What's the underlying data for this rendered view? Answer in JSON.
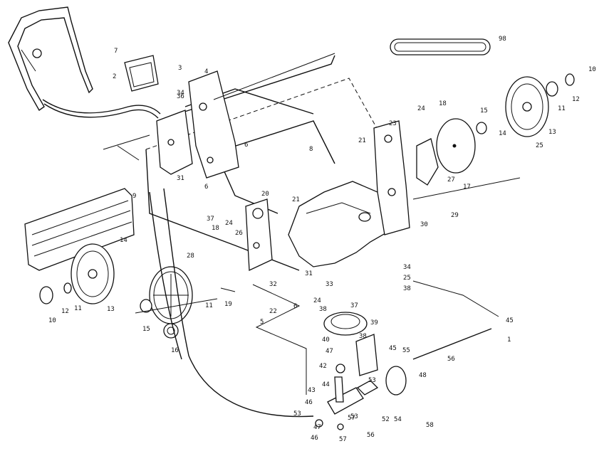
{
  "callouts": [
    {
      "id": "c-1a",
      "text": "1"
    },
    {
      "id": "c-2",
      "text": "2"
    },
    {
      "id": "c-3",
      "text": "3"
    },
    {
      "id": "c-4",
      "text": "4"
    },
    {
      "id": "c-5",
      "text": "5"
    },
    {
      "id": "c-6a",
      "text": "6"
    },
    {
      "id": "c-6b",
      "text": "6"
    },
    {
      "id": "c-6c",
      "text": "6"
    },
    {
      "id": "c-7",
      "text": "7"
    },
    {
      "id": "c-8",
      "text": "8"
    },
    {
      "id": "c-9",
      "text": "9"
    },
    {
      "id": "c-10a",
      "text": "10"
    },
    {
      "id": "c-10b",
      "text": "10"
    },
    {
      "id": "c-11a",
      "text": "11"
    },
    {
      "id": "c-11b",
      "text": "11"
    },
    {
      "id": "c-11c",
      "text": "11"
    },
    {
      "id": "c-12a",
      "text": "12"
    },
    {
      "id": "c-12b",
      "text": "12"
    },
    {
      "id": "c-13a",
      "text": "13"
    },
    {
      "id": "c-13b",
      "text": "13"
    },
    {
      "id": "c-14a",
      "text": "14"
    },
    {
      "id": "c-14b",
      "text": "14"
    },
    {
      "id": "c-15a",
      "text": "15"
    },
    {
      "id": "c-15b",
      "text": "15"
    },
    {
      "id": "c-16",
      "text": "16"
    },
    {
      "id": "c-17",
      "text": "17"
    },
    {
      "id": "c-18a",
      "text": "18"
    },
    {
      "id": "c-18b",
      "text": "18"
    },
    {
      "id": "c-19",
      "text": "19"
    },
    {
      "id": "c-20",
      "text": "20"
    },
    {
      "id": "c-21a",
      "text": "21"
    },
    {
      "id": "c-21b",
      "text": "21"
    },
    {
      "id": "c-22",
      "text": "22"
    },
    {
      "id": "c-23",
      "text": "23"
    },
    {
      "id": "c-24a",
      "text": "24"
    },
    {
      "id": "c-24b",
      "text": "24"
    },
    {
      "id": "c-24c",
      "text": "24"
    },
    {
      "id": "c-25a",
      "text": "25"
    },
    {
      "id": "c-25b",
      "text": "25"
    },
    {
      "id": "c-26",
      "text": "26"
    },
    {
      "id": "c-27",
      "text": "27"
    },
    {
      "id": "c-28",
      "text": "28"
    },
    {
      "id": "c-29",
      "text": "29"
    },
    {
      "id": "c-30",
      "text": "30"
    },
    {
      "id": "c-31a",
      "text": "31"
    },
    {
      "id": "c-31b",
      "text": "31"
    },
    {
      "id": "c-32",
      "text": "32"
    },
    {
      "id": "c-33",
      "text": "33"
    },
    {
      "id": "c-34a",
      "text": "34"
    },
    {
      "id": "c-34b",
      "text": "34"
    },
    {
      "id": "c-36",
      "text": "36"
    },
    {
      "id": "c-37a",
      "text": "37"
    },
    {
      "id": "c-37b",
      "text": "37"
    },
    {
      "id": "c-38a",
      "text": "38"
    },
    {
      "id": "c-38b",
      "text": "38"
    },
    {
      "id": "c-38c",
      "text": "38"
    },
    {
      "id": "c-39",
      "text": "39"
    },
    {
      "id": "c-40",
      "text": "40"
    },
    {
      "id": "c-42",
      "text": "42"
    },
    {
      "id": "c-43",
      "text": "43"
    },
    {
      "id": "c-44",
      "text": "44"
    },
    {
      "id": "c-45a",
      "text": "45"
    },
    {
      "id": "c-45b",
      "text": "45"
    },
    {
      "id": "c-46a",
      "text": "46"
    },
    {
      "id": "c-46b",
      "text": "46"
    },
    {
      "id": "c-47a",
      "text": "47"
    },
    {
      "id": "c-47b",
      "text": "47"
    },
    {
      "id": "c-48",
      "text": "48"
    },
    {
      "id": "c-52",
      "text": "52"
    },
    {
      "id": "c-53a",
      "text": "53"
    },
    {
      "id": "c-53b",
      "text": "53"
    },
    {
      "id": "c-53c",
      "text": "53"
    },
    {
      "id": "c-54",
      "text": "54"
    },
    {
      "id": "c-55",
      "text": "55"
    },
    {
      "id": "c-56a",
      "text": "56"
    },
    {
      "id": "c-56b",
      "text": "56"
    },
    {
      "id": "c-57a",
      "text": "57"
    },
    {
      "id": "c-57b",
      "text": "57"
    },
    {
      "id": "c-58",
      "text": "58"
    },
    {
      "id": "c-98",
      "text": "98"
    }
  ]
}
